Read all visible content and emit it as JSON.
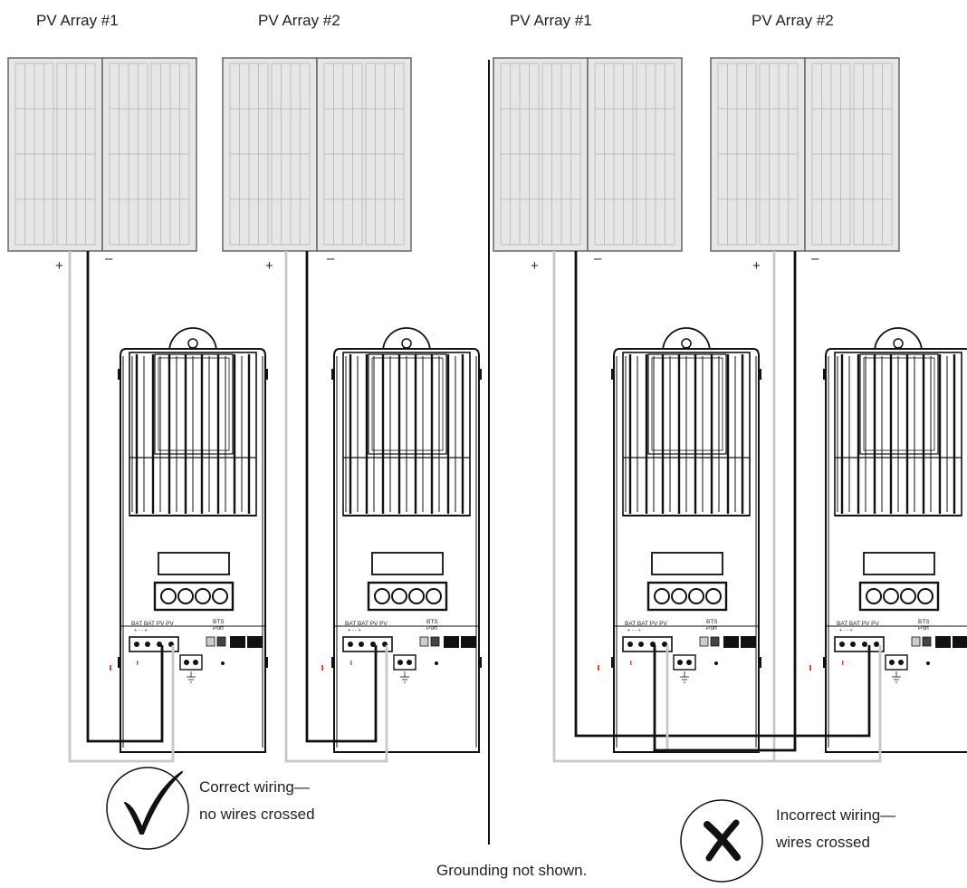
{
  "left_panel": {
    "array1_label": "PV Array #1",
    "array2_label": "PV Array #2",
    "caption_line1": "Correct wiring—",
    "caption_line2": "no wires crossed",
    "symbol": "checkmark-icon"
  },
  "right_panel": {
    "array1_label": "PV Array #1",
    "array2_label": "PV Array #2",
    "caption_line1": "Incorrect wiring—",
    "caption_line2": "wires crossed",
    "symbol": "x-mark-icon"
  },
  "polarity": {
    "plus": "+",
    "minus": "–"
  },
  "controller": {
    "terminal_labels": [
      "BAT",
      "BAT",
      "PV",
      "PV"
    ],
    "terminal_signs": [
      "+",
      "-",
      "-",
      "+"
    ],
    "bts_label_line1": "BTS",
    "bts_label_line2": "Port"
  },
  "footnote": "Grounding not shown.",
  "colors": {
    "positive_wire": "#c8c8c8",
    "negative_wire": "#111111",
    "panel_fill": "#e6e6e6",
    "panel_cell": "#c4c4c4"
  }
}
